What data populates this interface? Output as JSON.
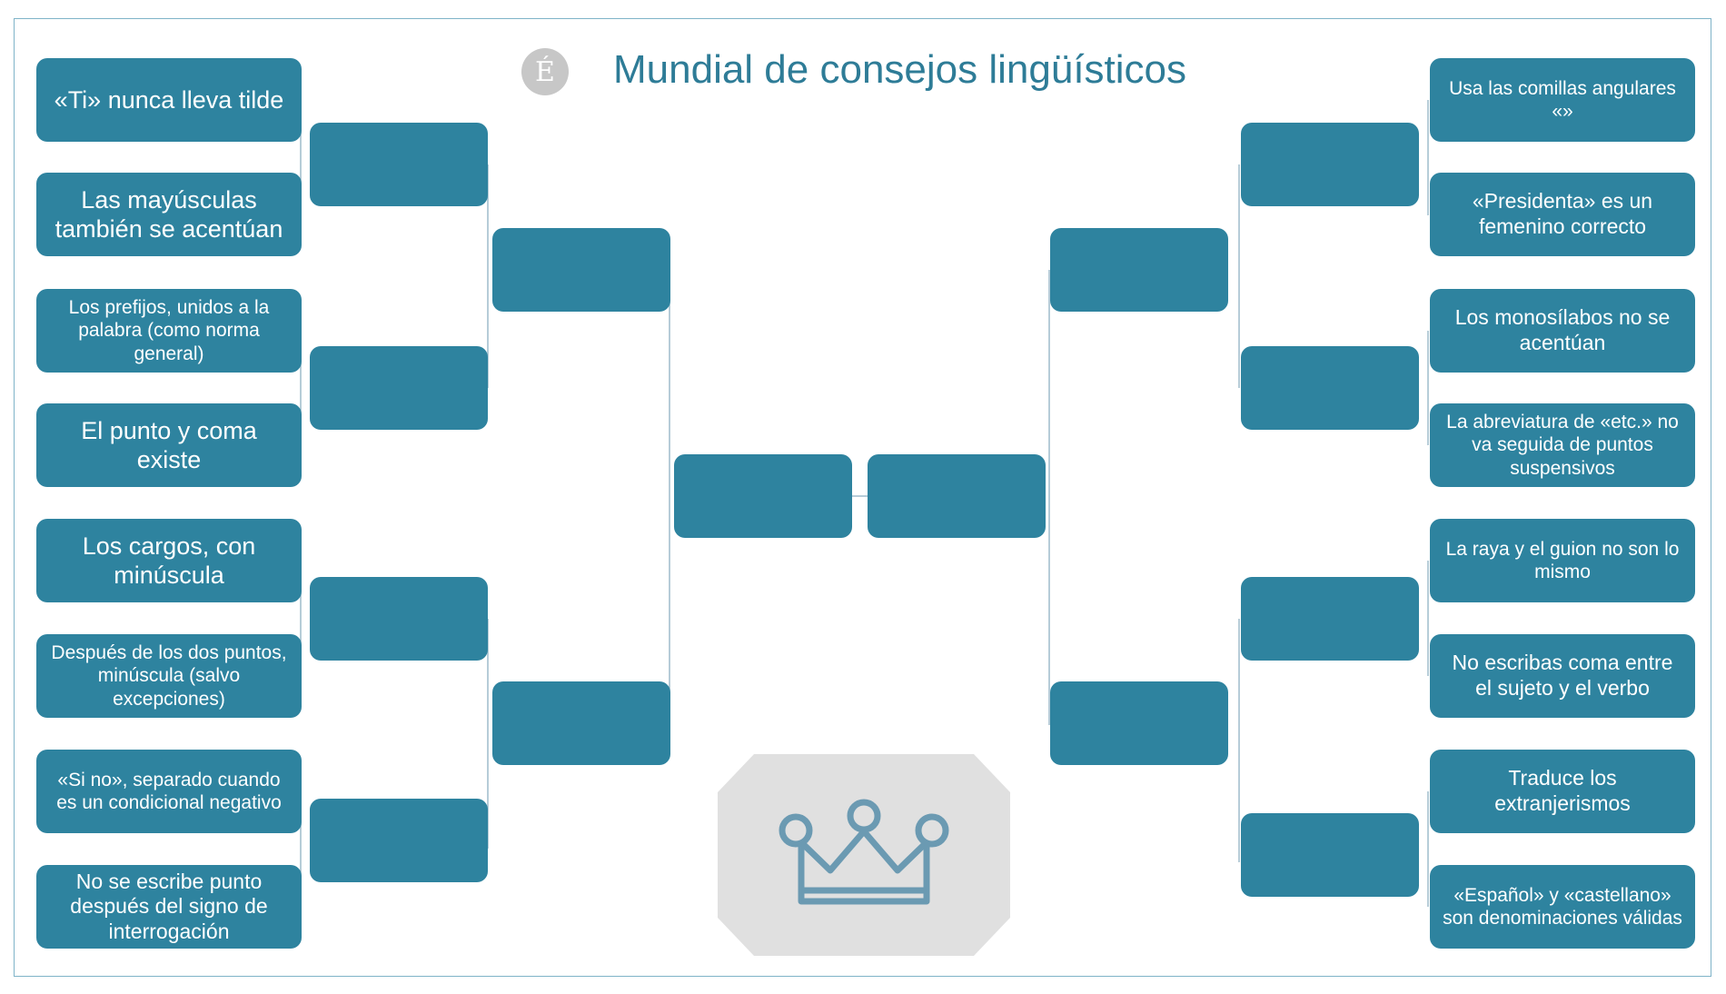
{
  "title": "Mundial de consejos lingüísticos",
  "logo_glyph": "É",
  "left_entries": [
    "«Ti» nunca lleva tilde",
    "Las mayúsculas también se acentúan",
    "Los prefijos, unidos a la palabra (como norma general)",
    "El punto y coma existe",
    "Los cargos, con minúscula",
    "Después de los dos puntos, minúscula (salvo excepciones)",
    "«Si no», separado cuando es un condicional negativo",
    "No se escribe punto después del signo de interrogación"
  ],
  "right_entries": [
    "Usa las comillas angulares\n«»",
    "«Presidenta» es un femenino correcto",
    "Los monosílabos no se acentúan",
    "La abreviatura de «etc.» no va seguida de puntos suspensivos",
    "La raya y el guion no son lo mismo",
    "No escribas coma entre el sujeto y el verbo",
    "Traduce los extranjerismos",
    "«Español» y «castellano» son denominaciones válidas"
  ],
  "trophy_icon": "crown-icon",
  "colors": {
    "box": "#2e839f",
    "title": "#2e7c97",
    "connector": "#9dbccb",
    "trophy_bg": "#e0e0e0",
    "crown": "#6b9ab2"
  }
}
